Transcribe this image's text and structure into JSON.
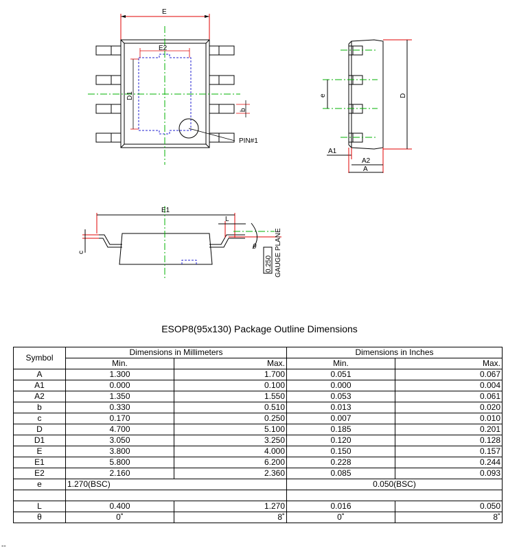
{
  "drawing": {
    "top_view": {
      "label_E": "E",
      "label_E2": "E2",
      "label_D1": "D1",
      "label_b": "b",
      "label_pin1": "PIN#1"
    },
    "side_view": {
      "label_e": "e",
      "label_D": "D",
      "label_A1": "A1",
      "label_A2": "A2",
      "label_A": "A"
    },
    "front_view": {
      "label_E1": "E1",
      "label_L": "L",
      "label_c": "c",
      "label_theta": "θ",
      "label_gauge": "0.250",
      "label_gauge_plane": "GAUGE PLANE"
    }
  },
  "title": "ESOP8(95x130) Package Outline Dimensions",
  "table": {
    "symbol_header": "Symbol",
    "mm_header": "Dimensions in Millimeters",
    "in_header": "Dimensions in Inches",
    "min_label": "Min.",
    "max_label": "Max.",
    "rows": [
      {
        "symbol": "A",
        "mm_min": "1.300",
        "mm_max": "1.700",
        "in_min": "0.051",
        "in_max": "0.067"
      },
      {
        "symbol": "A1",
        "mm_min": "0.000",
        "mm_max": "0.100",
        "in_min": "0.000",
        "in_max": "0.004"
      },
      {
        "symbol": "A2",
        "mm_min": "1.350",
        "mm_max": "1.550",
        "in_min": "0.053",
        "in_max": "0.061"
      },
      {
        "symbol": "b",
        "mm_min": "0.330",
        "mm_max": "0.510",
        "in_min": "0.013",
        "in_max": "0.020"
      },
      {
        "symbol": "c",
        "mm_min": "0.170",
        "mm_max": "0.250",
        "in_min": "0.007",
        "in_max": "0.010"
      },
      {
        "symbol": "D",
        "mm_min": "4.700",
        "mm_max": "5.100",
        "in_min": "0.185",
        "in_max": "0.201"
      },
      {
        "symbol": "D1",
        "mm_min": "3.050",
        "mm_max": "3.250",
        "in_min": "0.120",
        "in_max": "0.128"
      },
      {
        "symbol": "E",
        "mm_min": "3.800",
        "mm_max": "4.000",
        "in_min": "0.150",
        "in_max": "0.157"
      },
      {
        "symbol": "E1",
        "mm_min": "5.800",
        "mm_max": "6.200",
        "in_min": "0.228",
        "in_max": "0.244"
      },
      {
        "symbol": "E2",
        "mm_min": "2.160",
        "mm_max": "2.360",
        "in_min": "0.085",
        "in_max": "0.093"
      }
    ],
    "row_e": {
      "symbol": "e",
      "mm_bsc": "1.270(BSC)",
      "in_bsc": "0.050(BSC)"
    },
    "rows_tail": [
      {
        "symbol": "L",
        "mm_min": "0.400",
        "mm_max": "1.270",
        "in_min": "0.016",
        "in_max": "0.050"
      },
      {
        "symbol": "θ",
        "mm_min": "0˚",
        "mm_max": "8˚",
        "in_min": "0˚",
        "in_max": "8˚"
      }
    ]
  },
  "footer": "--"
}
